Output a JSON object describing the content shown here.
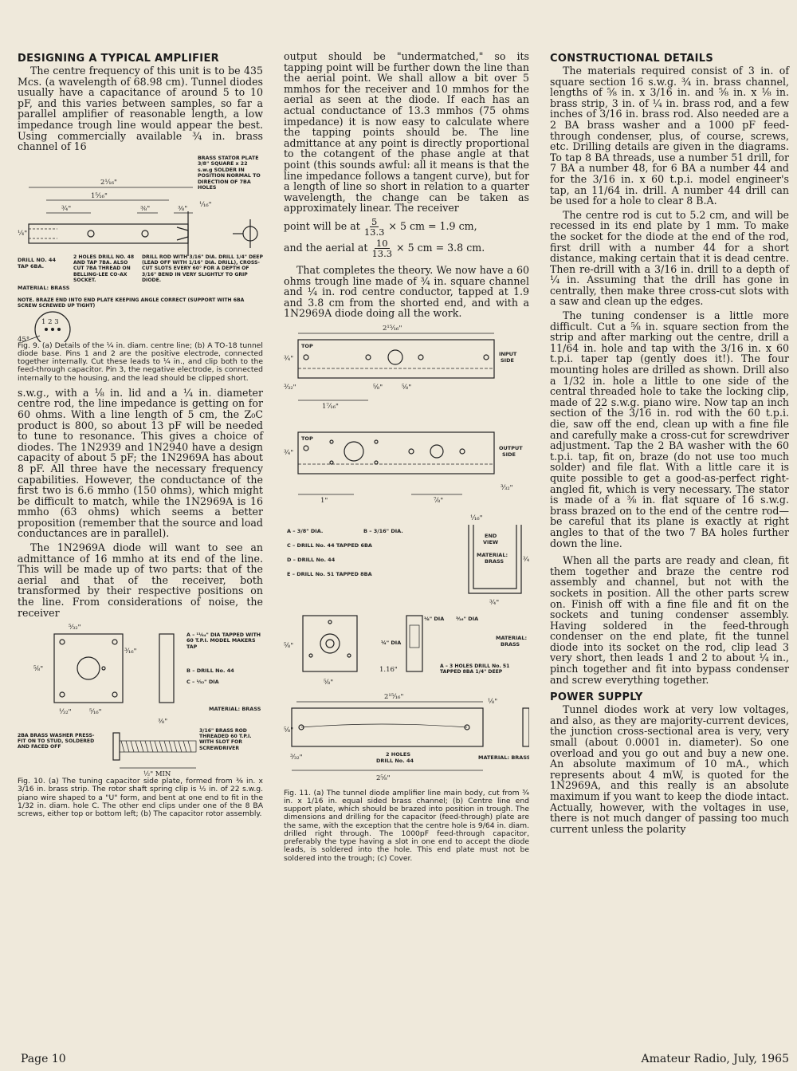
{
  "col1": {
    "heading1": "DESIGNING A TYPICAL AMPLIFIER",
    "p1": "The centre frequency of this unit is to be 435 Mcs. (a wavelength of 68.98 cm). Tunnel diodes usually have a capacitance of around 5 to 10 pF, and this varies between samples, so far a parallel amplifier of reasonable length, a low impedance trough line would appear the best. Using commercially available ¾ in. brass channel of 16",
    "fig9": {
      "label_stator": "BRASS STATOR PLATE 3/8\" SQUARE x 22 s.w.g SOLDER IN POSITION NORMAL TO DIRECTION OF 7BA HOLES",
      "dim_top": "2⅟₁₆\"",
      "dim_1": "1⁵⁄₁₆\"",
      "dim_2": "¾\"",
      "dim_3": "⅜\"",
      "dim_4": "⅜\"",
      "dim_5": "¼\"",
      "dim_6": "⅟₁₆\"",
      "label_drill": "DRILL NO. 44 TAP 6BA.",
      "label_holes": "2 HOLES DRILL NO. 48 AND TAP 7BA. ALSO CUT 7BA THREAD ON BELLING-LEE CO-AX SOCKET.",
      "label_rod": "DRILL ROD WITH 3/16\" DIA. DRILL 1/4\" DEEP (LEAD OFF WITH 1/16\" DIA. DRILL), CROSS-CUT SLOTS EVERY 60° FOR A DEPTH OF 3/16\" BEND IN VERY SLIGHTLY TO GRIP DIODE.",
      "label_material": "MATERIAL: BRASS",
      "label_note": "NOTE. BRAZE END INTO END PLATE KEEPING ANGLE CORRECT (SUPPORT WITH 6BA SCREW SCREWED UP TIGHT)",
      "pins": "1 2 3",
      "angle": "45°",
      "caption": "Fig. 9. (a) Details of the ¼ in. diam. centre line; (b) A TO-18 tunnel diode base. Pins 1 and 2 are the positive electrode, connected together internally. Cut these leads to ¼ in., and clip both to the feed-through capacitor. Pin 3, the negative electrode, is connected internally to the housing, and the lead should be clipped short."
    },
    "p2": "s.w.g., with a ⅛ in. lid and a ¼ in. diameter centre rod, the line impedance is getting on for 60 ohms. With a line length of 5 cm, the Z₀C product is 800, so about 13 pF will be needed to tune to resonance. This gives a choice of diodes. The 1N2939 and 1N2940 have a design capacity of about 5 pF; the 1N2969A has about 8 pF. All three have the necessary frequency capabilities. However, the conductance of the first two is 6.6 mmho (150 ohms), which might be difficult to match, while the 1N2969A is 16 mmho (63 ohms) which seems a better proposition (remember that the source and load conductances are in parallel).",
    "p3": "The 1N2969A diode will want to see an admittance of 16 mmho at its end of the line. This will be made up of two parts: that of the aerial and that of the receiver, both transformed by their respective positions on the line. From considerations of noise, the receiver",
    "fig10": {
      "label_a": "A – ¹¹⁄₆₄\" DIA TAPPED WITH 60 T.P.I. MODEL MAKERS TAP",
      "label_b": "B – DRILL No. 44",
      "label_c": "C – ¹⁄₃₂\" DIA",
      "label_material": "MATERIAL: BRASS",
      "dim_5_32": "⁵⁄₃₂\"",
      "dim_3_16": "³⁄₁₆\"",
      "dim_5_8": "⅝\"",
      "dim_1_32": "¹⁄₃₂\"",
      "dim_5_16": "⁵⁄₁₆\"",
      "dim_3_8": "⅜\"",
      "label_washer": "2BA BRASS WASHER PRESS-FIT ON TO STUD, SOLDERED AND FACED OFF",
      "label_rod": "3/16\" BRASS ROD THREADED 60 T.P.I. WITH SLOT FOR SCREWDRIVER",
      "dim_min": "½\" MIN",
      "caption": "Fig. 10. (a) The tuning capacitor side plate, formed from ⅜ in. x 3/16 in. brass strip. The rotor shaft spring clip is ½ in. of 22 s.w.g. piano wire shaped to a \"U\" form, and bent at one end to fit in the 1/32 in. diam. hole C. The other end clips under one of the 8 BA screws, either top or bottom left; (b) The capacitor rotor assembly."
    }
  },
  "col2": {
    "p1": "output should be \"undermatched,\" so its tapping point will be further down the line than the aerial point. We shall allow a bit over 5 mmhos for the receiver and 10 mmhos for the aerial as seen at the diode. If each has an actual conductance of 13.3 mmhos (75 ohms impedance) it is now easy to calculate where the tapping points should be. The line admittance at any point is directly proportional to the cotangent of the phase angle at that point (this sounds awful: all it means is that the line impedance follows a tangent curve), but for a length of line so short in relation to a quarter wavelength, the change can be taken as approximately linear. The receiver",
    "eq1_pre": "point will be at",
    "eq1_num": "5",
    "eq1_den": "13.3",
    "eq1_post": "× 5 cm = 1.9 cm,",
    "eq2_pre": "and the aerial at",
    "eq2_num": "10",
    "eq2_den": "13.3",
    "eq2_post": "× 5 cm = 3.8 cm.",
    "p2": "That completes the theory. We now have a 60 ohms trough line made of ¾ in. square channel and ¼ in. rod centre conductor, tapped at 1.9 and 3.8 cm from the shorted end, and with a 1N2969A diode doing all the work.",
    "fig11": {
      "top": "TOP",
      "input_side": "INPUT SIDE",
      "output_side": "OUTPUT SIDE",
      "dim_len": "2¹⁵⁄₁₆\"",
      "dim_34": "¾\"",
      "dim_3_32": "³⁄₃₂\"",
      "dim_1_7_16": "1⁷⁄₁₆\"",
      "dim_58a": "⅝\"",
      "dim_58b": "⅝\"",
      "dim_1": "1\"",
      "dim_7_8": "⅞\"",
      "legend_a": "A – 3/8\" DIA.",
      "legend_b": "B – 3/16\" DIA.",
      "legend_c": "C – DRILL No. 44 TAPPED 6BA",
      "legend_d": "D – DRILL No. 44",
      "legend_e": "E – DRILL No. 51 TAPPED 8BA",
      "end_view": "END VIEW",
      "end_material": "MATERIAL: BRASS",
      "end_dim_top": "⅟₁₆\"",
      "end_dim_side": "¾\"",
      "end_dim_bottom": "¾\"",
      "dia_18": "⅛\" DIA",
      "dia_316": "³⁄₁₆\" DIA",
      "dia_14": "¼\" DIA",
      "mat_brass": "MATERIAL: BRASS",
      "holes_a": "A – 3 HOLES DRILL No. 51 TAPPED 8BA 1/4\" DEEP",
      "dim_5_8": "⅝\"",
      "dim_1_16": "1.16\"",
      "cover_len": "2¹⁵⁄₁₆\"",
      "cover_total": "2⅝\"",
      "cover_3_32": "³⁄₃₂\"",
      "cover_holes": "2 HOLES DRILL No. 44",
      "cover_material": "MATERIAL: BRASS",
      "cover_1_8": "⅛\"",
      "cover_5_8": "⅝\"",
      "caption": "Fig. 11. (a) The tunnel diode amplifier line main body, cut from ¾ in. x 1/16 in. equal sided brass channel; (b) Centre line end support plate, which should be brazed into position in trough. The dimensions and drilling for the capacitor (feed-through) plate are the same, with the exception that the centre hole is 9/64 in. diam. drilled right through. The 1000pF feed-through capacitor, preferably the type having a slot in one end to accept the diode leads, is soldered into the hole. This end plate must not be soldered into the trough; (c) Cover."
    }
  },
  "col3": {
    "heading1": "CONSTRUCTIONAL DETAILS",
    "p1": "The materials required consist of 3 in. of square section 16 s.w.g. ¾ in. brass channel, lengths of ⅝ in. x 3/16 in. and ⅝ in. x ⅛ in. brass strip, 3 in. of ¼ in. brass rod, and a few inches of 3/16 in. brass rod. Also needed are a 2 BA brass washer and a 1000 pF feed-through condenser, plus, of course, screws, etc. Drilling details are given in the diagrams. To tap 8 BA threads, use a number 51 drill, for 7 BA a number 48, for 6 BA a number 44 and for the 3/16 in. x 60 t.p.i. model engineer's tap, an 11/64 in. drill. A number 44 drill can be used for a hole to clear 8 B.A.",
    "p2": "The centre rod is cut to 5.2 cm, and will be recessed in its end plate by 1 mm. To make the socket for the diode at the end of the rod, first drill with a number 44 for a short distance, making certain that it is dead centre. Then re-drill with a 3/16 in. drill to a depth of ¼ in. Assuming that the drill has gone in centrally, then make three cross-cut slots with a saw and clean up the edges.",
    "p3": "The tuning condenser is a little more difficult. Cut a ⅝ in. square section from the strip and after marking out the centre, drill a 11/64 in. hole and tap with the 3/16 in. x 60 t.p.i. taper tap (gently does it!). The four mounting holes are drilled as shown. Drill also a 1/32 in. hole a little to one side of the central threaded hole to take the locking clip, made of 22 s.w.g. piano wire. Now tap an inch section of the 3/16 in. rod with the 60 t.p.i. die, saw off the end, clean up with a fine file and carefully make a cross-cut for screwdriver adjustment. Tap the 2 BA washer with the 60 t.p.i. tap, fit on, braze (do not use too much solder) and file flat. With a little care it is quite possible to get a good-as-perfect right-angled fit, which is very necessary. The stator is made of a ⅜ in. flat square of 16 s.w.g. brass brazed on to the end of the centre rod—be careful that its plane is exactly at right angles to that of the two 7 BA holes further down the line.",
    "p4": "When all the parts are ready and clean, fit them together and braze the centre rod assembly and channel, but not with the sockets in position. All the other parts screw on. Finish off with a fine file and fit on the sockets and tuning condenser assembly. Having soldered in the feed-through condenser on the end plate, fit the tunnel diode into its socket on the rod, clip lead 3 very short, then leads 1 and 2 to about ¼ in., pinch together and fit into bypass condenser and screw everything together.",
    "heading2": "POWER SUPPLY",
    "p5": "Tunnel diodes work at very low voltages, and also, as they are majority-current devices, the junction cross-sectional area is very, very small (about 0.0001 in. diameter). So one overload and you go out and buy a new one. An absolute maximum of 10 mA., which represents about 4 mW, is quoted for the 1N2969A, and this really is an absolute maximum if you want to keep the diode intact. Actually, however, with the voltages in use, there is not much danger of passing too much current unless the polarity"
  },
  "footer": {
    "left": "Page 10",
    "right": "Amateur Radio, July, 1965"
  }
}
